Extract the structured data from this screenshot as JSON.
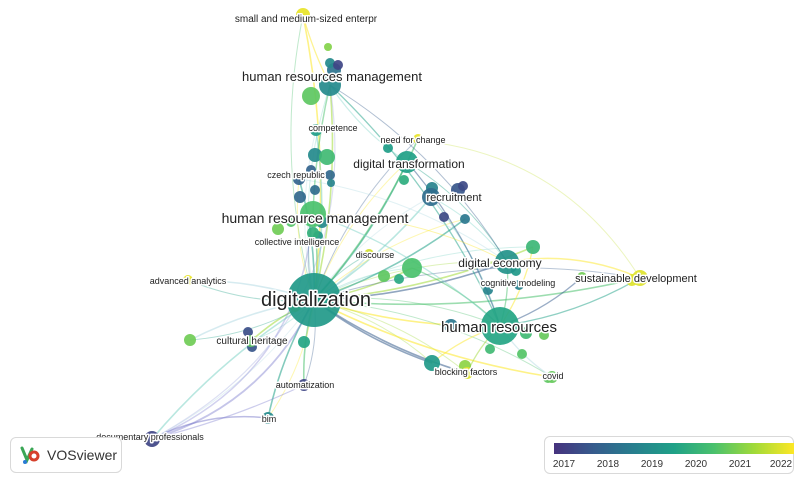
{
  "network": {
    "nodes": [
      {
        "id": "digitalization",
        "label": "digitalization",
        "year": 2019.3
      },
      {
        "id": "human-resources",
        "label": "human resources",
        "year": 2019.6
      },
      {
        "id": "digital-economy",
        "label": "digital economy",
        "year": 2019.1
      },
      {
        "id": "human-resource-management",
        "label": "human resource management",
        "year": 2020.4
      },
      {
        "id": "digital-transformation",
        "label": "digital transformation",
        "year": 2019.5
      },
      {
        "id": "human-resources-management",
        "label": "human resources management",
        "year": 2018.9
      },
      {
        "id": "recruitment",
        "label": "recruitment",
        "year": 2018.1
      },
      {
        "id": "sustainable-development",
        "label": "sustainable development",
        "year": 2021.9
      },
      {
        "id": "small-medium",
        "label": "small and medium-sized enterpr",
        "year": 2022.0
      },
      {
        "id": "competence",
        "label": "competence",
        "year": 2019.4
      },
      {
        "id": "need-for-change",
        "label": "need for change",
        "year": 2022.0
      },
      {
        "id": "czech-republic",
        "label": "czech republic",
        "year": 2017.9
      },
      {
        "id": "collective-intelligence",
        "label": "collective intelligence",
        "year": 2019.9
      },
      {
        "id": "discourse",
        "label": "discourse",
        "year": 2021.8
      },
      {
        "id": "cognitive-modeling",
        "label": "cognitive modeling",
        "year": 2018.6
      },
      {
        "id": "advanced-analytics",
        "label": "advanced analytics",
        "year": 2022.0
      },
      {
        "id": "cultural-heritage",
        "label": "cultural heritage",
        "year": 2020.6
      },
      {
        "id": "automatization",
        "label": "automatization",
        "year": 2017.2
      },
      {
        "id": "blocking-factors",
        "label": "blocking factors",
        "year": 2021.9
      },
      {
        "id": "covid",
        "label": "covid",
        "year": 2020.7
      },
      {
        "id": "bim",
        "label": "bim",
        "year": 2018.9
      },
      {
        "id": "documentary-professionals",
        "label": "documentary professionals",
        "year": 2017.2
      }
    ]
  },
  "legend": {
    "ticks": [
      "2017",
      "2018",
      "2019",
      "2020",
      "2021",
      "2022"
    ],
    "range": [
      2016.8,
      2022.2
    ]
  },
  "logo": {
    "text": "VOSviewer"
  }
}
